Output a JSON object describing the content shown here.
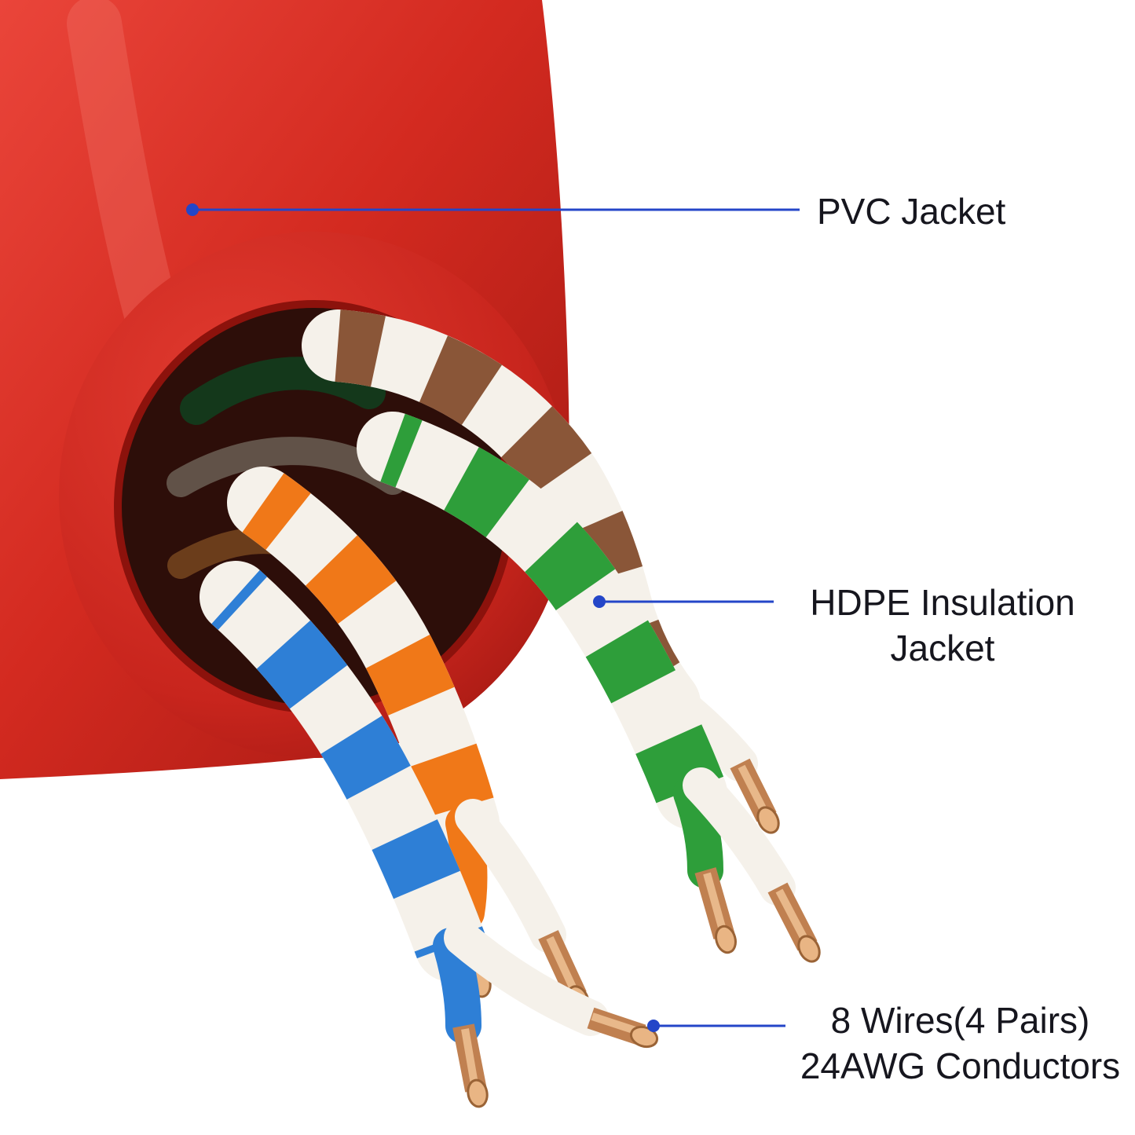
{
  "annotations": {
    "pvc": {
      "label": "PVC Jacket"
    },
    "hdpe": {
      "line1": "HDPE Insulation",
      "line2": "Jacket"
    },
    "wires": {
      "line1": "8 Wires(4 Pairs)",
      "line2": "24AWG Conductors"
    }
  },
  "colors": {
    "background": "#ffffff",
    "jacket_red": "#d32a20",
    "jacket_red_dark": "#9c150f",
    "jacket_inner": "#2d0e09",
    "wire_white": "#f5f1ea",
    "wire_brown": "#8a5638",
    "wire_green": "#2e9e3a",
    "wire_orange": "#f07818",
    "wire_blue": "#2e7fd6",
    "copper": "#c08050",
    "copper_light": "#e9b584",
    "annotation_line": "#2446c8",
    "text": "#16161e"
  }
}
